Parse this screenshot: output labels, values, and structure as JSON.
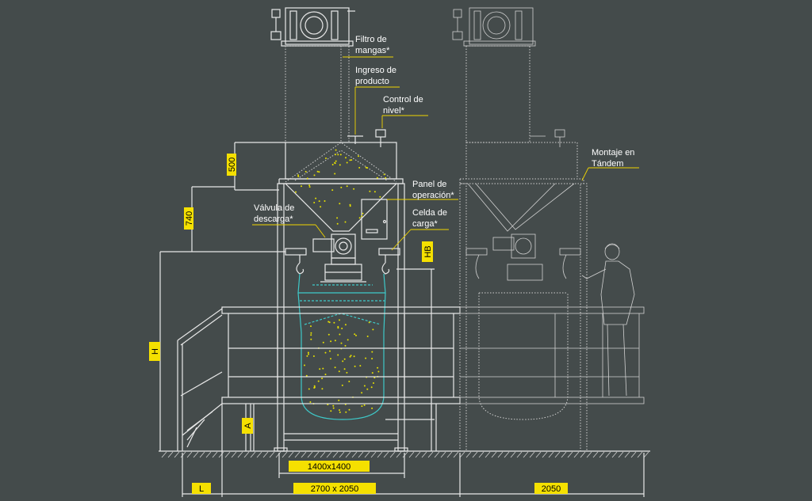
{
  "labels": {
    "filtro": [
      "Filtro de",
      "mangas*"
    ],
    "ingreso": [
      "Ingreso de",
      "producto"
    ],
    "control": [
      "Control de",
      "nivel*"
    ],
    "montaje": [
      "Montaje en",
      "Tándem"
    ],
    "panel": [
      "Panel de",
      "operación*"
    ],
    "celda": [
      "Celda de",
      "carga*"
    ],
    "valvula": [
      "Válvula de",
      "descarga*"
    ]
  },
  "dimensions": {
    "d500": "500",
    "d740": "740",
    "hb": "HB",
    "h": "H",
    "a": "A",
    "l": "L",
    "d1400": "1400x1400",
    "d2700": "2700 x 2050",
    "d2050": "2050"
  },
  "colors": {
    "background": "#444b4b",
    "line": "#e8e8e8",
    "tag": "#f5e000",
    "bag_outline": "#3ec9c9",
    "product": "#e6e000"
  }
}
